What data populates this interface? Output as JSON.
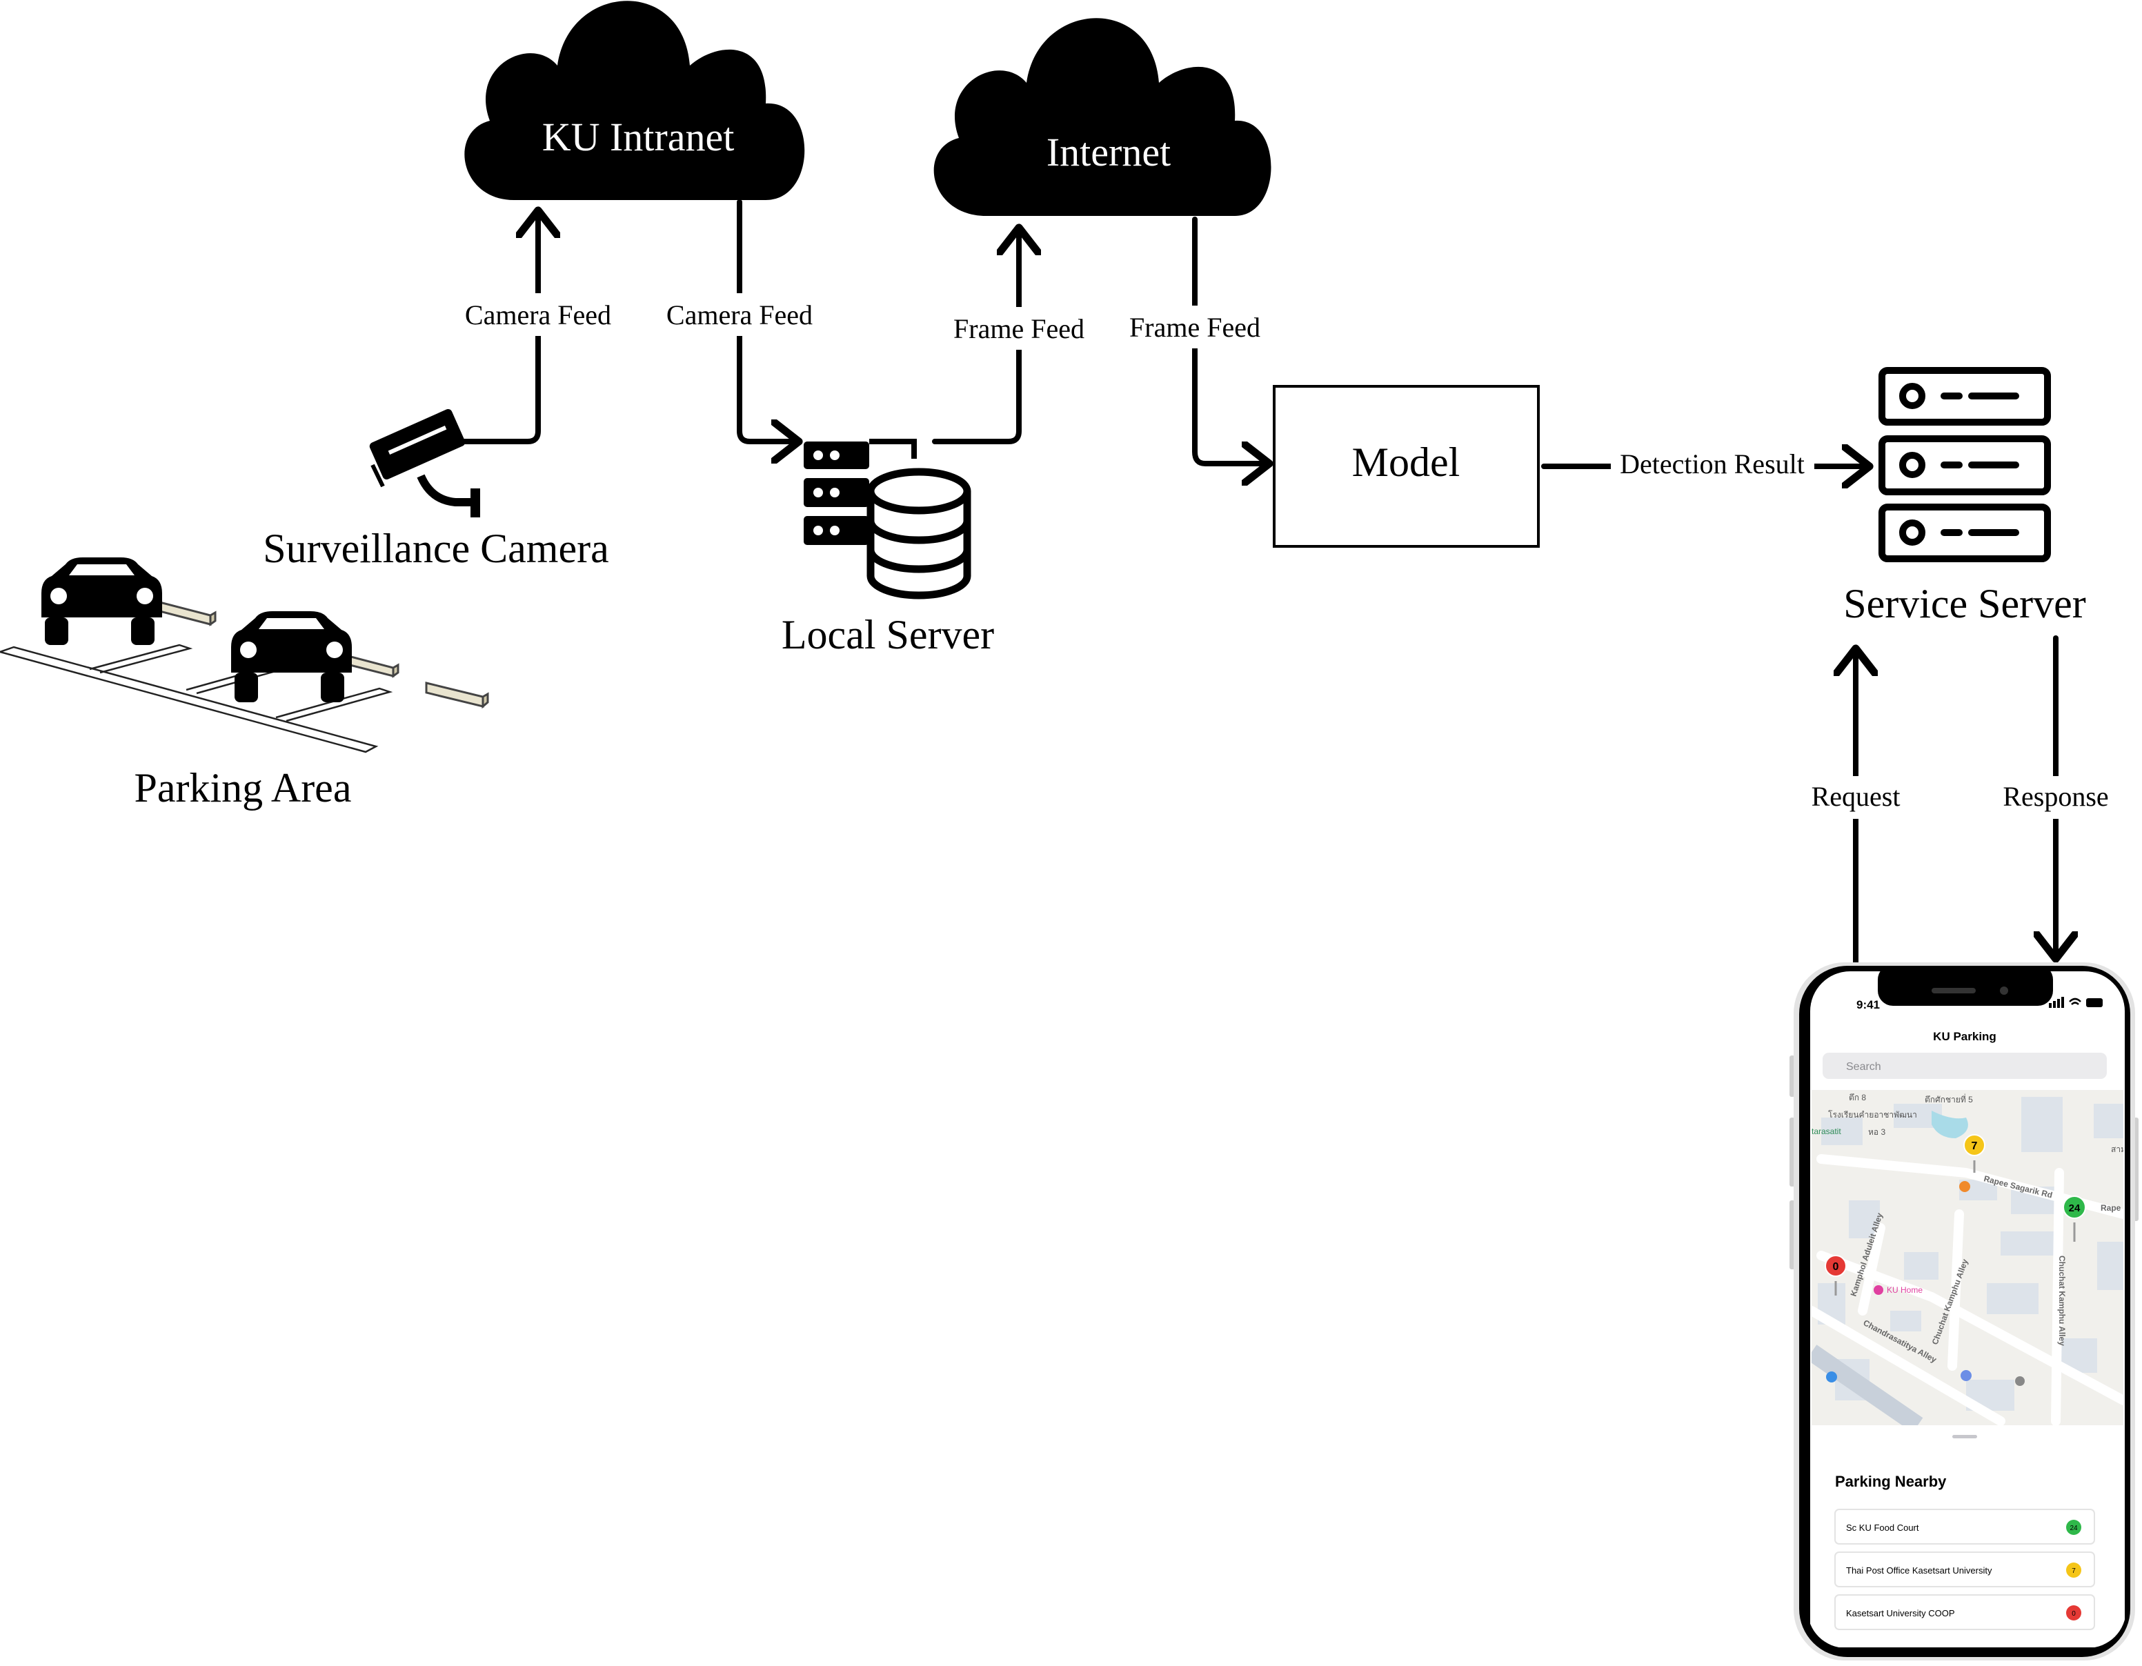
{
  "nodes": {
    "ku_intranet": "KU Intranet",
    "internet": "Internet",
    "surveillance_camera": "Surveillance Camera",
    "local_server": "Local Server",
    "model": "Model",
    "service_server": "Service Server",
    "parking_area": "Parking Area"
  },
  "edges": {
    "camera_to_intranet": "Camera Feed",
    "intranet_to_local": "Camera Feed",
    "local_to_internet": "Frame Feed",
    "internet_to_model": "Frame Feed",
    "model_to_service": "Detection Result",
    "phone_to_service": "Request",
    "service_to_phone": "Response"
  },
  "phone": {
    "time": "9:41",
    "title": "KU Parking",
    "search_placeholder": "Search",
    "map_labels": {
      "ku_home": "KU Home",
      "rapee": "Rapee Sagarik Rd",
      "chandrasatitya": "Chandrasatitya Alley",
      "kamphol": "Kamphol Aduleit Alley",
      "chuchat": "Chuchat Kamphu Alley",
      "chuchat_side": "Chuchat Kamphu Alley",
      "tarasatit": "tarasatit",
      "tuk8": "ตึก 8",
      "tuk_chai5": "ตึกศักชายที่ 5",
      "hor3": "หอ 3",
      "school": "โรงเรียนคำยอาชาพัฒนา",
      "rapee_right": "Rape",
      "sam": "สาม"
    },
    "markers": {
      "yellow": "7",
      "green": "24",
      "red": "0"
    },
    "list_title": "Parking Nearby",
    "items": [
      {
        "name": "Sc KU Food Court",
        "count": "24",
        "color": "#2fb84a"
      },
      {
        "name": "Thai Post Office Kasetsart University",
        "count": "7",
        "color": "#f5c518"
      },
      {
        "name": "Kasetsart University COOP",
        "count": "0",
        "color": "#e53935"
      }
    ]
  }
}
